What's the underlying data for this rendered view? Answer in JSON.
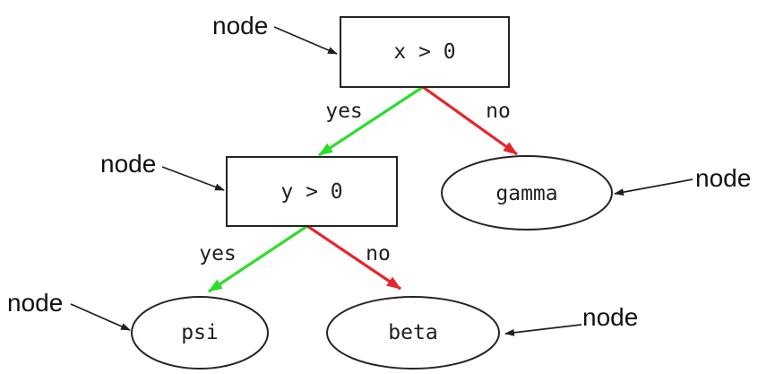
{
  "diagram": {
    "type": "decision-tree",
    "background": "#ffffff",
    "colors": {
      "yes": "#2bdd2b",
      "no": "#ea2328",
      "line": "#1f1f1f",
      "text": "#1f1f1f"
    },
    "nodes": {
      "root": {
        "label": "x > 0",
        "shape": "rectangle"
      },
      "left": {
        "label": "y > 0",
        "shape": "rectangle"
      },
      "gamma": {
        "label": "gamma",
        "shape": "ellipse"
      },
      "psi": {
        "label": "psi",
        "shape": "ellipse"
      },
      "beta": {
        "label": "beta",
        "shape": "ellipse"
      }
    },
    "edges": {
      "root_yes": {
        "label": "yes",
        "color": "#2bdd2b",
        "from": "root",
        "to": "left"
      },
      "root_no": {
        "label": "no",
        "color": "#ea2328",
        "from": "root",
        "to": "gamma"
      },
      "left_yes": {
        "label": "yes",
        "color": "#2bdd2b",
        "from": "left",
        "to": "psi"
      },
      "left_no": {
        "label": "no",
        "color": "#ea2328",
        "from": "left",
        "to": "beta"
      }
    },
    "annotations": [
      {
        "label": "node",
        "target": "root"
      },
      {
        "label": "node",
        "target": "left"
      },
      {
        "label": "node",
        "target": "gamma"
      },
      {
        "label": "node",
        "target": "psi"
      },
      {
        "label": "node",
        "target": "beta"
      }
    ]
  }
}
